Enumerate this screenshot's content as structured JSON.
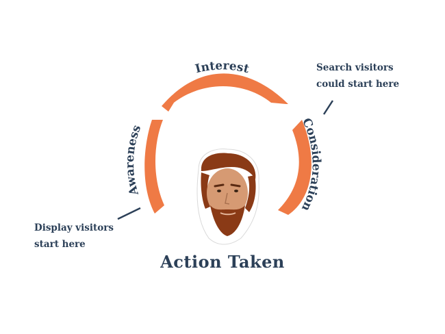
{
  "colors": {
    "arc": "#ef7a45",
    "text": "#2c4058",
    "hair": "#8a3a16",
    "skin": "#d69a73"
  },
  "funnel": {
    "stages": [
      {
        "label": "Awareness"
      },
      {
        "label": "Interest"
      },
      {
        "label": "Consideration"
      }
    ],
    "result": "Action Taken",
    "result_image": "portrait-photo"
  },
  "notes": {
    "search": [
      "Search visitors",
      "could start here"
    ],
    "display": [
      "Display visitors",
      "start here"
    ]
  }
}
